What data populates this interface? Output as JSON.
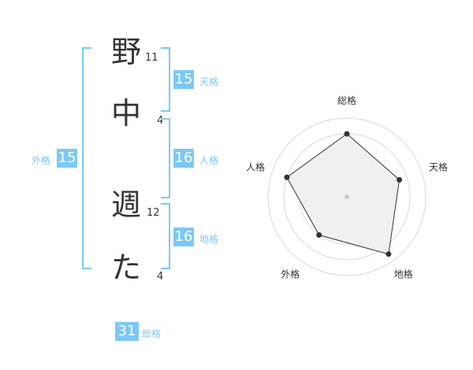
{
  "name": {
    "chars": [
      {
        "char": "野",
        "strokes": "11"
      },
      {
        "char": "中",
        "strokes": "4"
      },
      {
        "char": "週",
        "strokes": "12"
      },
      {
        "char": "た",
        "strokes": "4"
      }
    ]
  },
  "fortune": {
    "tenkaku": {
      "value": "15",
      "label": "天格"
    },
    "jinkaku": {
      "value": "16",
      "label": "人格"
    },
    "chikaku": {
      "value": "16",
      "label": "地格"
    },
    "gaikaku": {
      "value": "15",
      "label": "外格"
    },
    "soukaku": {
      "value": "31",
      "label": "総格"
    }
  },
  "colors": {
    "accent": "#7cc8f5",
    "text": "#333333"
  },
  "chart_data": {
    "type": "radar",
    "axes": [
      "総格",
      "天格",
      "地格",
      "外格",
      "人格"
    ],
    "scale": [
      0,
      5
    ],
    "values": [
      4,
      3.5,
      4.5,
      3,
      4
    ]
  }
}
